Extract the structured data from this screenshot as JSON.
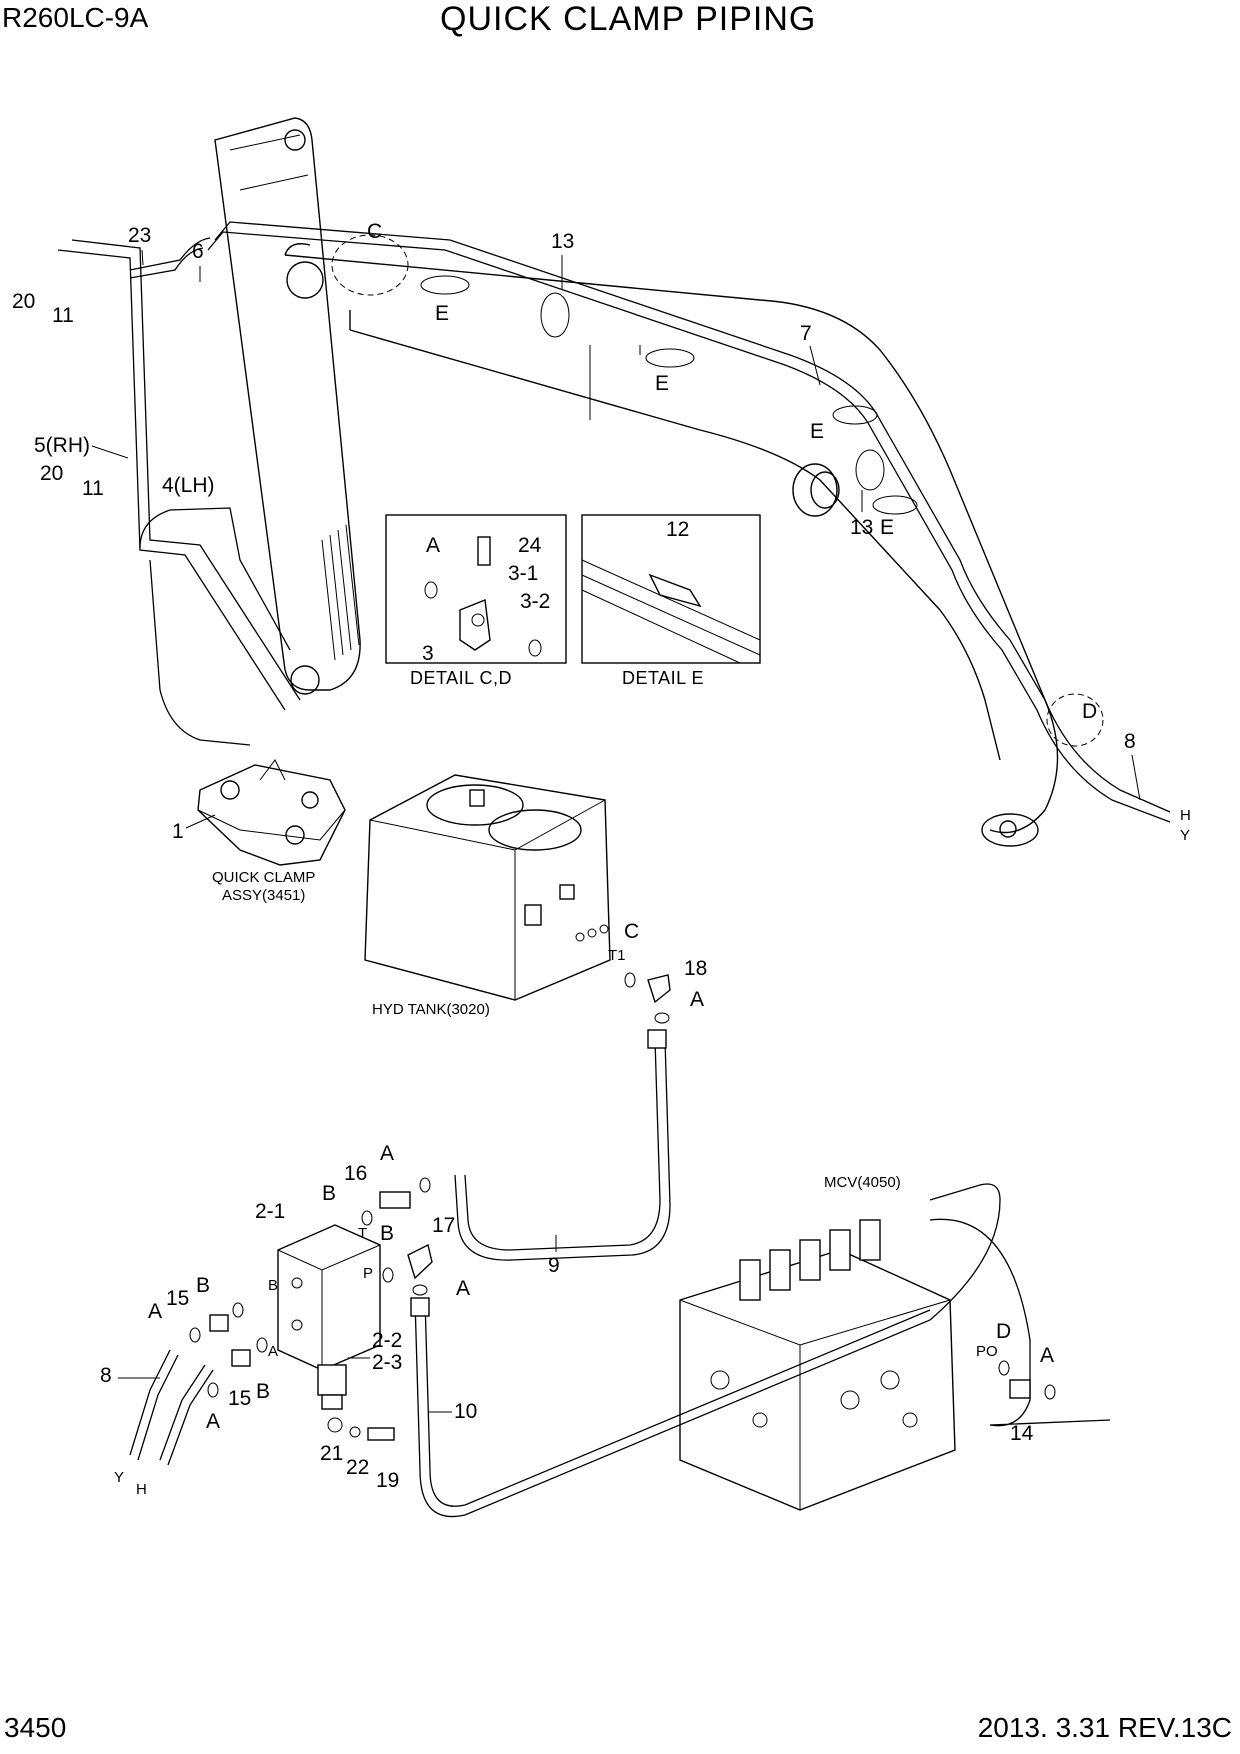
{
  "header": {
    "model": "R260LC-9A",
    "title": "QUICK CLAMP PIPING"
  },
  "footer": {
    "page_number": "3450",
    "revision": "2013. 3.31  REV.13C"
  },
  "details": {
    "cd_caption": "DETAIL  C,D",
    "e_caption": "DETAIL  E",
    "cd_labels": {
      "a": "A",
      "p24": "24",
      "p3_1": "3-1",
      "p3_2": "3-2",
      "p3": "3"
    },
    "e_labels": {
      "p12": "12"
    }
  },
  "assemblies": {
    "quick_clamp_line1": "QUICK CLAMP",
    "quick_clamp_line2": "ASSY(3451)",
    "hyd_tank": "HYD TANK(3020)",
    "mcv": "MCV(4050)"
  },
  "callouts": {
    "boom": {
      "p23": "23",
      "p6": "6",
      "C": "C",
      "p13a": "13",
      "E1": "E",
      "E2": "E",
      "p7": "7",
      "E3": "E",
      "p13b": "13",
      "E4": "E",
      "D": "D",
      "p8": "8",
      "H": "H",
      "Y": "Y",
      "p20a": "20",
      "p11a": "11",
      "p5": "5(RH)",
      "p4": "4(LH)",
      "p20b": "20",
      "p11b": "11",
      "p1": "1"
    },
    "tank": {
      "C": "C",
      "T1": "T1",
      "p18": "18",
      "A": "A"
    },
    "valve": {
      "A1": "A",
      "p16": "16",
      "B1": "B",
      "T": "T",
      "p2_1": "2-1",
      "B2": "B",
      "p17": "17",
      "P": "P",
      "A2": "A",
      "p9": "9",
      "B3": "B",
      "port_b": "B",
      "port_a": "A",
      "p15a": "15",
      "A3": "A",
      "p8": "8",
      "p15b": "15",
      "B4": "B",
      "A4": "A",
      "p2_2": "2-2",
      "p2_3": "2-3",
      "p10": "10",
      "p21": "21",
      "p22": "22",
      "p19": "19",
      "Y": "Y",
      "H": "H"
    },
    "mcv": {
      "D": "D",
      "PO": "PO",
      "A": "A",
      "p14": "14"
    }
  }
}
